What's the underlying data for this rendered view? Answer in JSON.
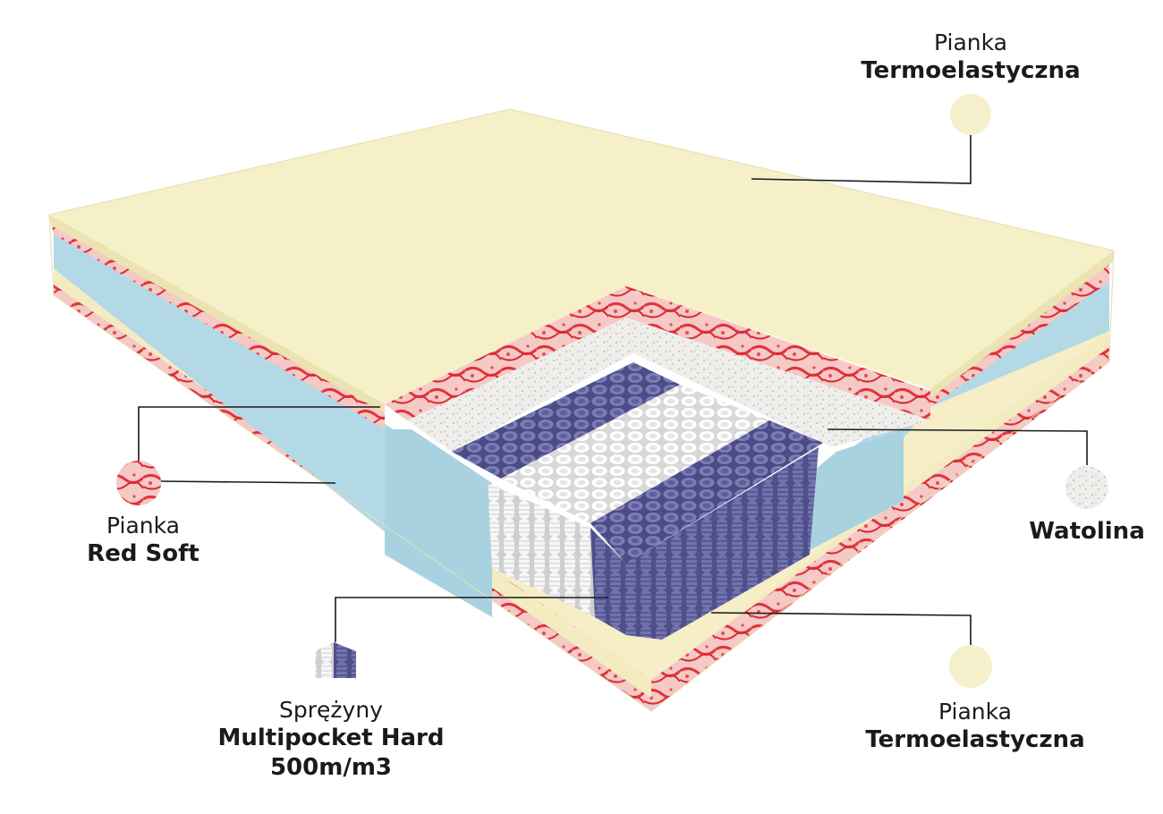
{
  "labels": {
    "top_foam": {
      "line1": "Pianka",
      "line2": "Termoelastyczna"
    },
    "red_soft": {
      "line1": "Pianka",
      "line2": "Red Soft"
    },
    "watolina": {
      "line1": "",
      "line2": "Watolina"
    },
    "springs": {
      "line1": "Sprężyny",
      "line2": "Multipocket Hard",
      "line3": "500m/m3"
    },
    "bottom_foam": {
      "line1": "Pianka",
      "line2": "Termoelastyczna"
    }
  },
  "colors": {
    "thermo_foam": "#f6f0c8",
    "red_foam": "#e8434a",
    "blue_foam": "#b9dce8",
    "wadding": "#efeeea",
    "spring_blue": "#6f6fa8",
    "spring_white": "#f4f4f4",
    "leader_line": "#1a1a1a"
  }
}
